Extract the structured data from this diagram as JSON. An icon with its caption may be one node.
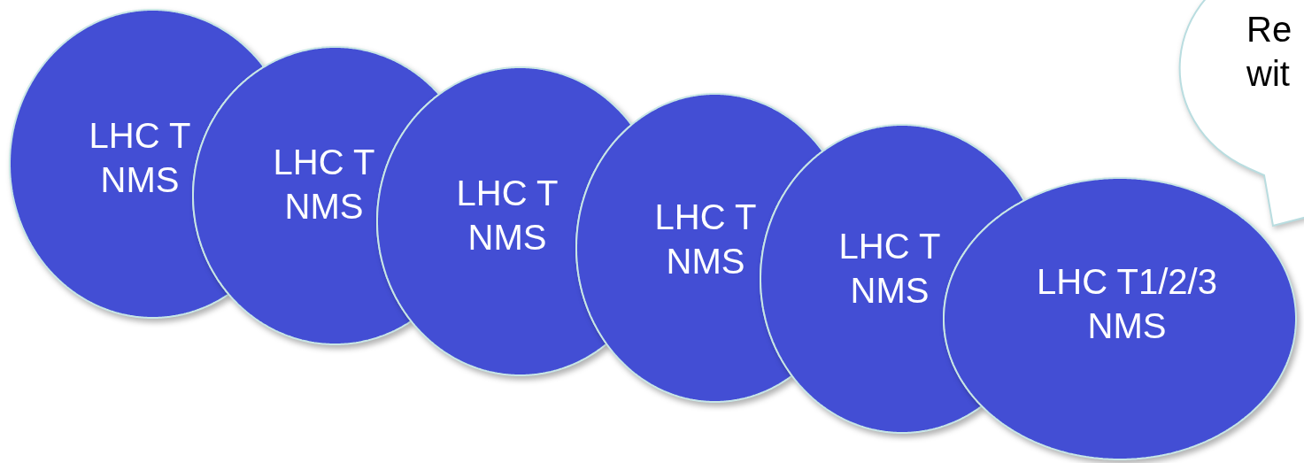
{
  "diagram": {
    "nodes": [
      {
        "text": [
          "LHC T NMS"
        ]
      },
      {
        "text": [
          "LHC T NMS"
        ]
      },
      {
        "text": [
          "LHC T NMS"
        ]
      },
      {
        "text": [
          "LHC T NMS"
        ]
      },
      {
        "text": [
          "LHC T NMS"
        ]
      },
      {
        "text": [
          "LHC T1/2/3 NMS"
        ]
      },
      {
        "text": [
          "Re wit"
        ]
      }
    ]
  }
}
